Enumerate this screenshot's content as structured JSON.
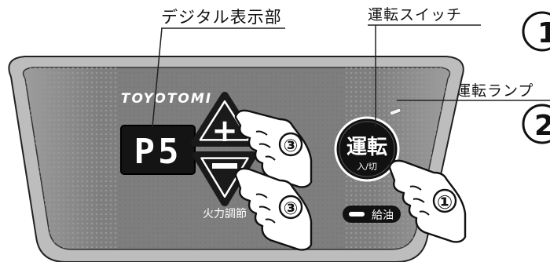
{
  "callouts": {
    "display_label": "デジタル表示部",
    "switch_label": "運転スイッチ",
    "lamp_label": "運転ランプ"
  },
  "panel": {
    "brand": "TOYOTOMI",
    "display_value": "P5",
    "plus_symbol": "+",
    "minus_symbol": "−",
    "flame_adjust_label": "火力調節",
    "power_button_main": "運転",
    "power_button_sub": "入/切",
    "refuel_label": "給油"
  },
  "steps": {
    "step1": "1",
    "step2": "2",
    "finger_power": "①",
    "finger_plus": "③",
    "finger_minus": "③"
  },
  "colors": {
    "panel_outer": "#b9b9b9",
    "panel_inner": "#8f8f8f",
    "display_bg": "#141414",
    "button_dark": "#1a1a1a"
  }
}
